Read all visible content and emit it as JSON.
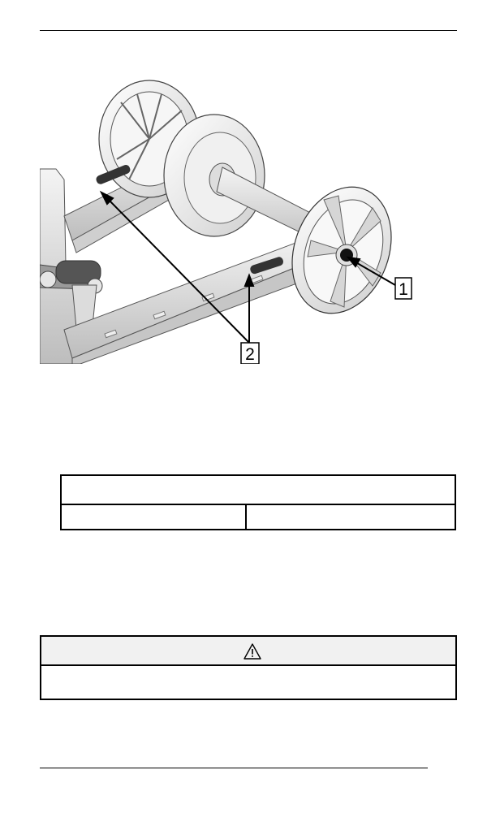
{
  "figure": {
    "callouts": [
      {
        "id": "callout-1",
        "label": "1"
      },
      {
        "id": "callout-2",
        "label": "2"
      }
    ]
  },
  "spec_table": {
    "header": "",
    "cells": [
      "",
      ""
    ]
  },
  "warning": {
    "icon": "warning-triangle-icon",
    "body": ""
  }
}
